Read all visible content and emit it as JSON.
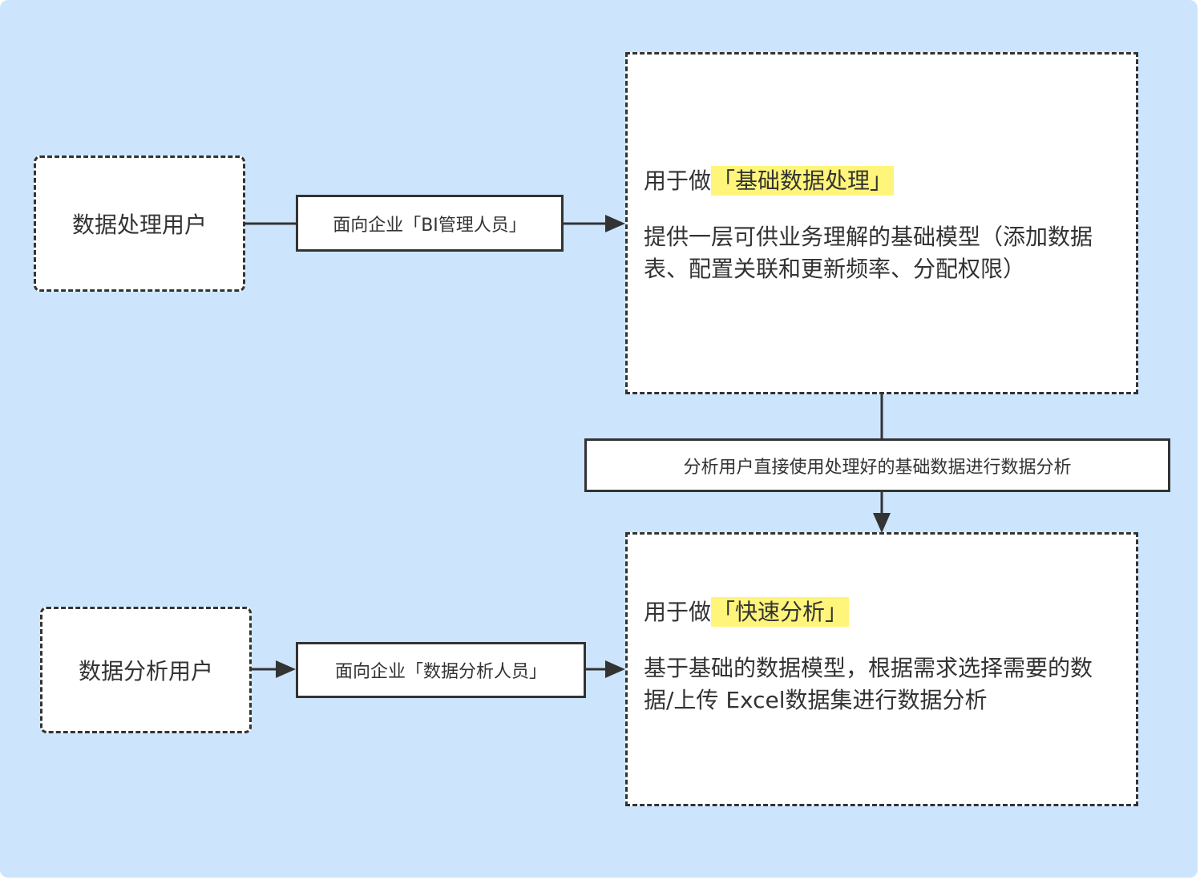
{
  "colors": {
    "background": "#cce5fc",
    "stroke": "#333333",
    "highlight": "#fff57a"
  },
  "nodes": {
    "processing_user": "数据处理用户",
    "analysis_user": "数据分析用户",
    "processing_edge_label": "面向企业「BI管理人员」",
    "analysis_edge_label": "面向企业「数据分析人员」",
    "middle_edge_label": "分析用户直接使用处理好的基础数据进行数据分析"
  },
  "processing_desc": {
    "prefix": "用于做",
    "highlight": "「基础数据处理」",
    "body": "提供一层可供业务理解的基础模型（添加数据表、配置关联和更新频率、分配权限）"
  },
  "analysis_desc": {
    "prefix": "用于做",
    "highlight": "「快速分析」",
    "body": "基于基础的数据模型，根据需求选择需要的数据/上传 Excel数据集进行数据分析"
  }
}
